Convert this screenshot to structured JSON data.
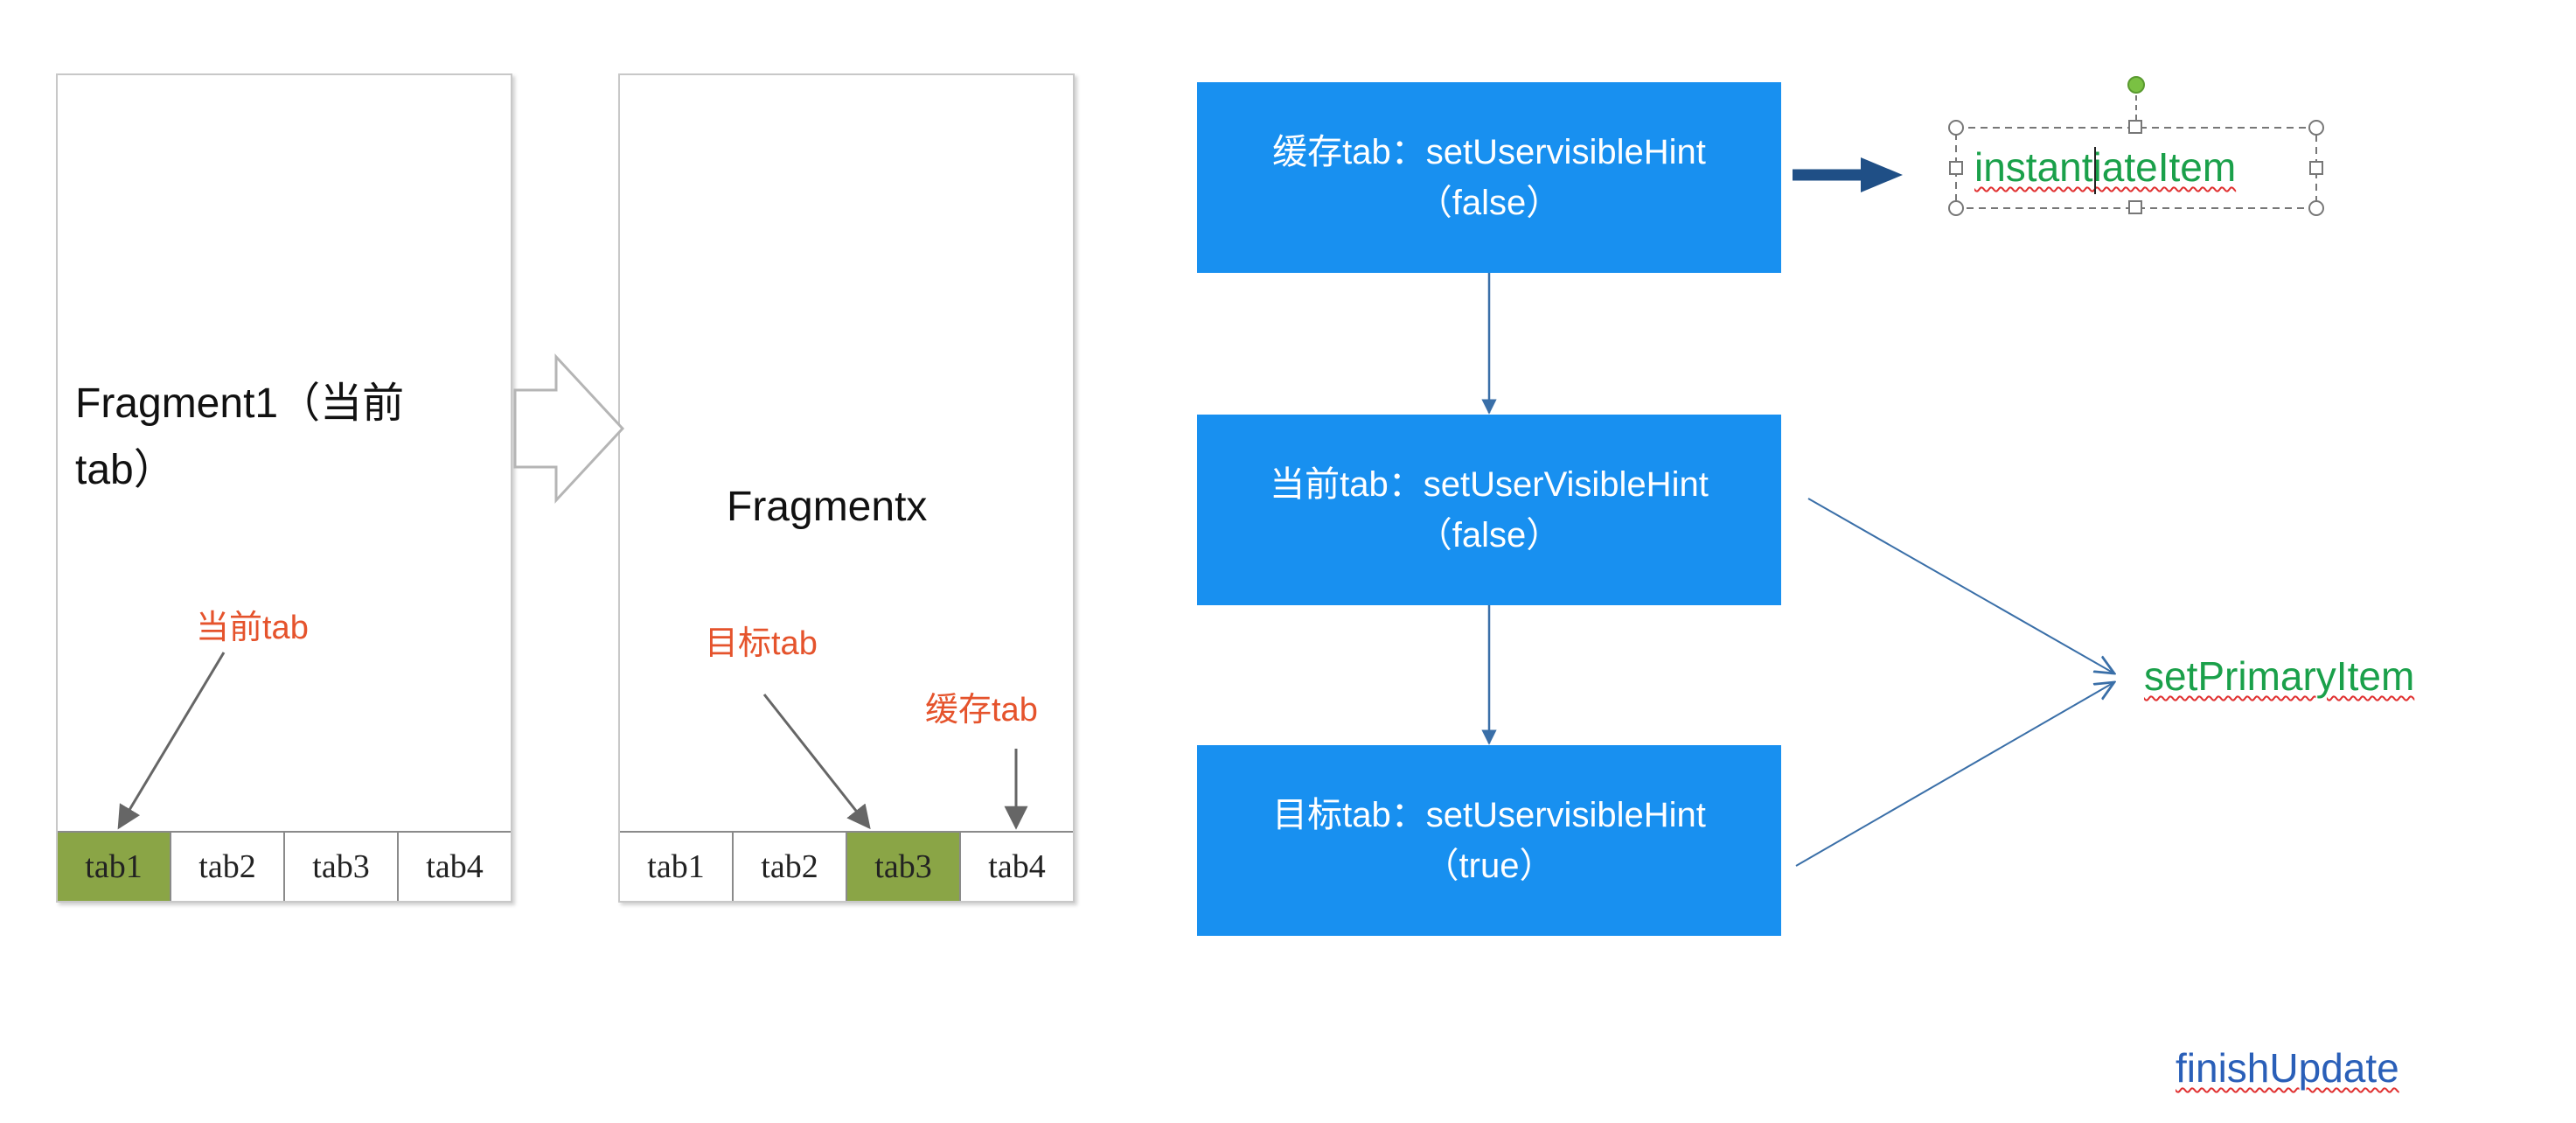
{
  "phone1": {
    "title_line1": "Fragment1（当前",
    "title_line2": "tab）",
    "label": "当前tab",
    "tabs": [
      "tab1",
      "tab2",
      "tab3",
      "tab4"
    ],
    "active_tab": 0
  },
  "phone2": {
    "title": "Fragmentx",
    "label_target": "目标tab",
    "label_cache": "缓存tab",
    "tabs": [
      "tab1",
      "tab2",
      "tab3",
      "tab4"
    ],
    "active_tab": 2
  },
  "flow": {
    "box1": {
      "line1": "缓存tab：setUservisibleHint",
      "line2": "（false）"
    },
    "box2": {
      "line1": "当前tab：setUserVisibleHint",
      "line2": "（false）"
    },
    "box3": {
      "line1": "目标tab：setUservisibleHint",
      "line2": "（true）"
    }
  },
  "methods": {
    "instantiate": "instantiateItem",
    "set_primary": "setPrimaryItem",
    "finish_update": "finishUpdate"
  },
  "colors": {
    "flow_box": "#1890f0",
    "active_tab": "#8aa546",
    "label_red": "#e5532c",
    "method_green": "#1aa04a",
    "method_blue": "#2a5fb8",
    "thick_arrow": "#1f4f86",
    "thin_arrow": "#3a6fa8"
  }
}
